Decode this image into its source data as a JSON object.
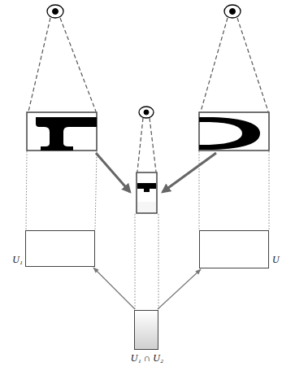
{
  "diagram": {
    "nodes": [
      {
        "text": [
          "U₁"
        ]
      },
      {
        "text": [
          "U"
        ]
      },
      {
        "text": [
          "U₁ ∩ U₂"
        ]
      }
    ],
    "edges": [
      {
        "from": 2,
        "to": 0,
        "arrow": "to"
      },
      {
        "from": 2,
        "to": 1,
        "arrow": "to"
      }
    ]
  }
}
